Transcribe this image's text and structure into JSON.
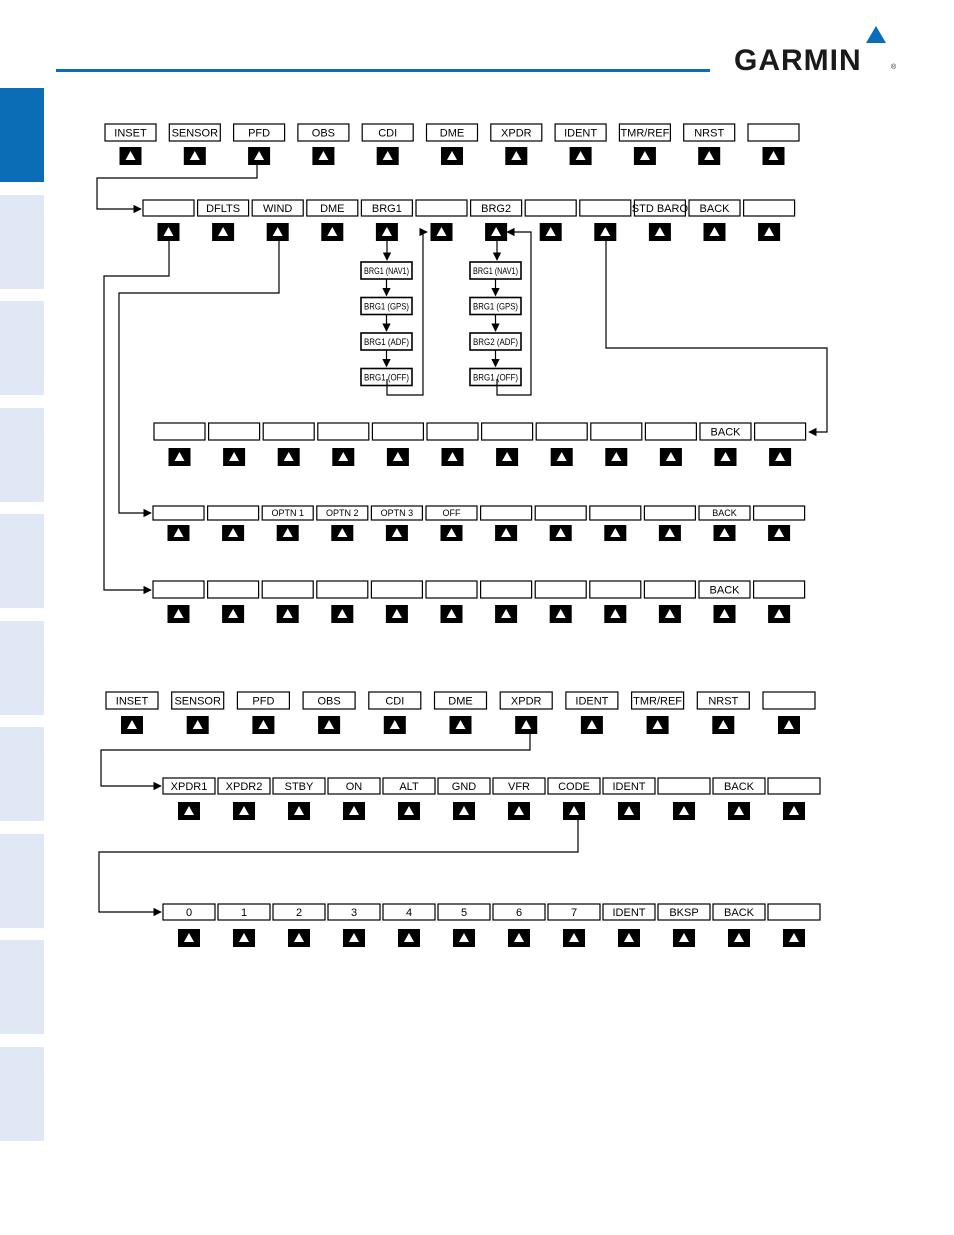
{
  "brand": {
    "logo_text": "GARMIN",
    "registered_mark": "®",
    "accent_color": "#0a6db5"
  },
  "tab_count": 10,
  "icon": "up-triangle-icon",
  "pfd_tree": {
    "level1": [
      "INSET",
      "SENSOR",
      "PFD",
      "OBS",
      "CDI",
      "DME",
      "XPDR",
      "IDENT",
      "TMR/REF",
      "NRST",
      ""
    ],
    "level2": [
      "",
      "DFLTS",
      "WIND",
      "DME",
      "BRG1",
      "",
      "BRG2",
      "",
      "",
      "STD BARO",
      "BACK",
      ""
    ],
    "brg1_cycle": [
      "BRG1 (NAV1)",
      "BRG1 (GPS)",
      "BRG1 (ADF)",
      "BRG1 (OFF)"
    ],
    "brg2_cycle": [
      "BRG1 (NAV1)",
      "BRG1 (GPS)",
      "BRG2 (ADF)",
      "BRG1 (OFF)"
    ],
    "std_baro_row": [
      "",
      "",
      "",
      "",
      "",
      "",
      "",
      "",
      "",
      "",
      "BACK",
      ""
    ],
    "wind_row": [
      "",
      "",
      "OPTN 1",
      "OPTN 2",
      "OPTN 3",
      "OFF",
      "",
      "",
      "",
      "",
      "BACK",
      ""
    ],
    "blank_row": [
      "",
      "",
      "",
      "",
      "",
      "",
      "",
      "",
      "",
      "",
      "BACK",
      ""
    ]
  },
  "xpdr_tree": {
    "level1": [
      "INSET",
      "SENSOR",
      "PFD",
      "OBS",
      "CDI",
      "DME",
      "XPDR",
      "IDENT",
      "TMR/REF",
      "NRST",
      ""
    ],
    "level2": [
      "XPDR1",
      "XPDR2",
      "STBY",
      "ON",
      "ALT",
      "GND",
      "VFR",
      "CODE",
      "IDENT",
      "",
      "BACK",
      ""
    ],
    "code_row": [
      "0",
      "1",
      "2",
      "3",
      "4",
      "5",
      "6",
      "7",
      "IDENT",
      "BKSP",
      "BACK",
      ""
    ]
  }
}
